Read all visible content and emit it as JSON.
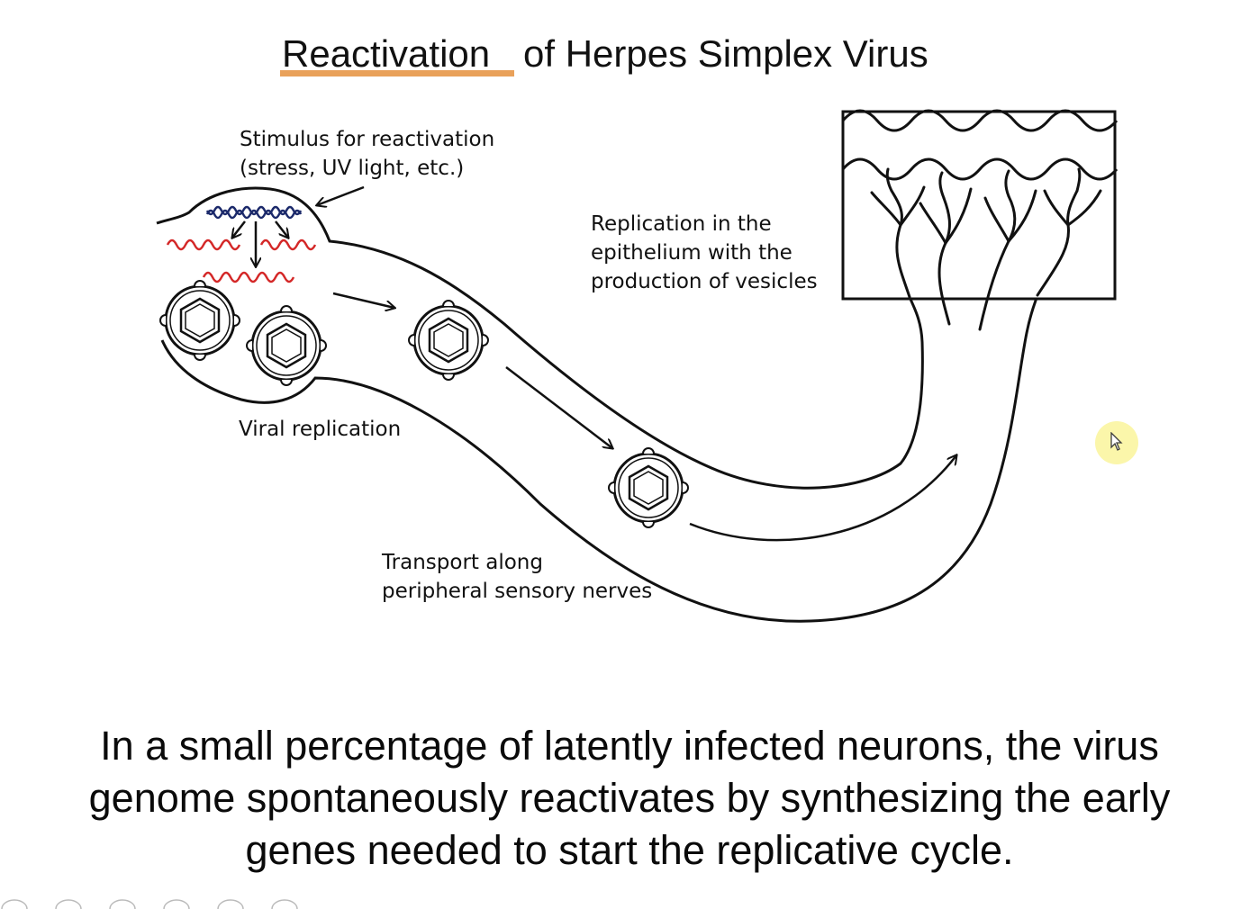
{
  "title": {
    "underlined": "Reactivation",
    "rest": "of Herpes Simplex Virus",
    "underline_color": "#e9a15a"
  },
  "labels": {
    "stimulus_line1": "Stimulus for reactivation",
    "stimulus_line2": "(stress, UV light, etc.)",
    "replication_line1": "Replication in the",
    "replication_line2": "epithelium with the",
    "replication_line3": "production of vesicles",
    "viral_replication": "Viral replication",
    "transport_line1": "Transport along",
    "transport_line2": "peripheral sensory nerves"
  },
  "caption": {
    "line1": "In a small percentage of latently infected neurons, the virus",
    "line2": "genome spontaneously reactivates by synthesizing the early",
    "line3": "genes needed to start the replicative cycle."
  },
  "colors": {
    "line": "#111111",
    "dna_dark": "#1c2a6b",
    "mrna_red": "#d42828",
    "cursor_highlight": "#fbf6a6"
  },
  "icons": {
    "cursor": "mouse-pointer-icon"
  }
}
